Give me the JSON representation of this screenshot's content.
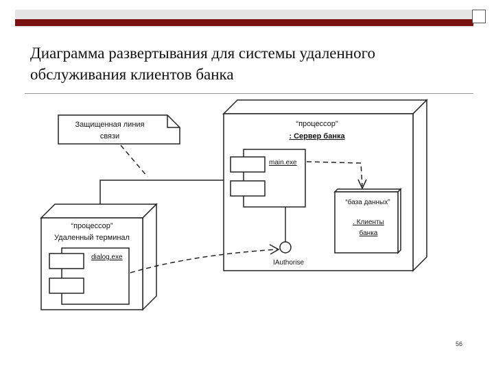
{
  "slide": {
    "title_line1": "Диаграмма развертывания для системы удаленного",
    "title_line2": "обслуживания клиентов банка",
    "page_number": "56",
    "accent_color": "#7a1111"
  },
  "diagram": {
    "note": {
      "line1": "Защищенная линия",
      "line2": "связи"
    },
    "server_node": {
      "stereotype": "“процессор”",
      "name": ": Сервер банка",
      "component": "main.exe"
    },
    "terminal_node": {
      "stereotype": "“процессор”",
      "name": "Удаленный терминал",
      "component": "dialog.exe"
    },
    "database": {
      "stereotype": "“база данных”",
      "line1": ". Клиенты",
      "line2": "банка"
    },
    "interface_label": "IAuthorise"
  }
}
